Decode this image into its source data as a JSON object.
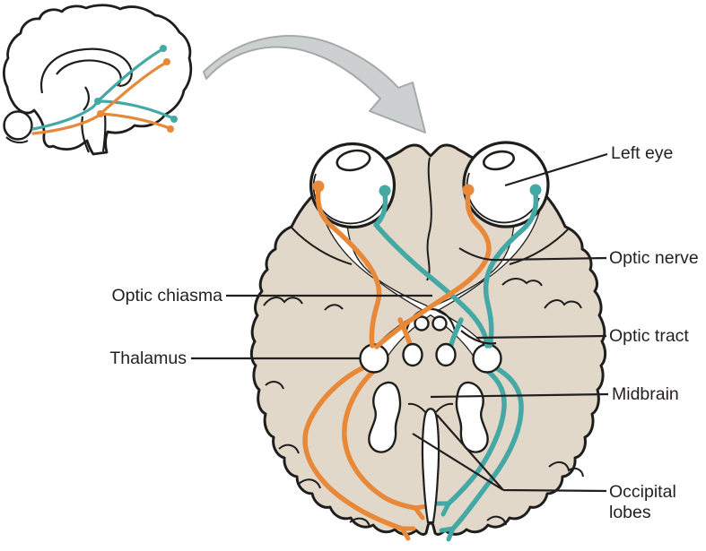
{
  "figure": {
    "type": "anatomical-diagram",
    "subject": "Visual pathway, inferior view of brain with both eyes",
    "labels": {
      "left_eye": "Left eye",
      "optic_nerve": "Optic nerve",
      "optic_chiasma": "Optic chiasma",
      "thalamus": "Thalamus",
      "optic_tract": "Optic tract",
      "midbrain": "Midbrain",
      "occipital_lobes": "Occipital lobes"
    },
    "colors": {
      "pathway_orange": "#E8893A",
      "pathway_teal": "#44A9A4",
      "brain_fill": "#E2D8CA",
      "outline_ink": "#1E1E1C",
      "label_text": "#231F20",
      "arrow_fill": "#CDD0D0",
      "arrow_stroke": "#A6A9A9",
      "white": "#FFFFFF"
    },
    "icons": {
      "inset": "sagittal-brain-inset-icon",
      "arrow": "curved-zoom-arrow-icon"
    }
  }
}
